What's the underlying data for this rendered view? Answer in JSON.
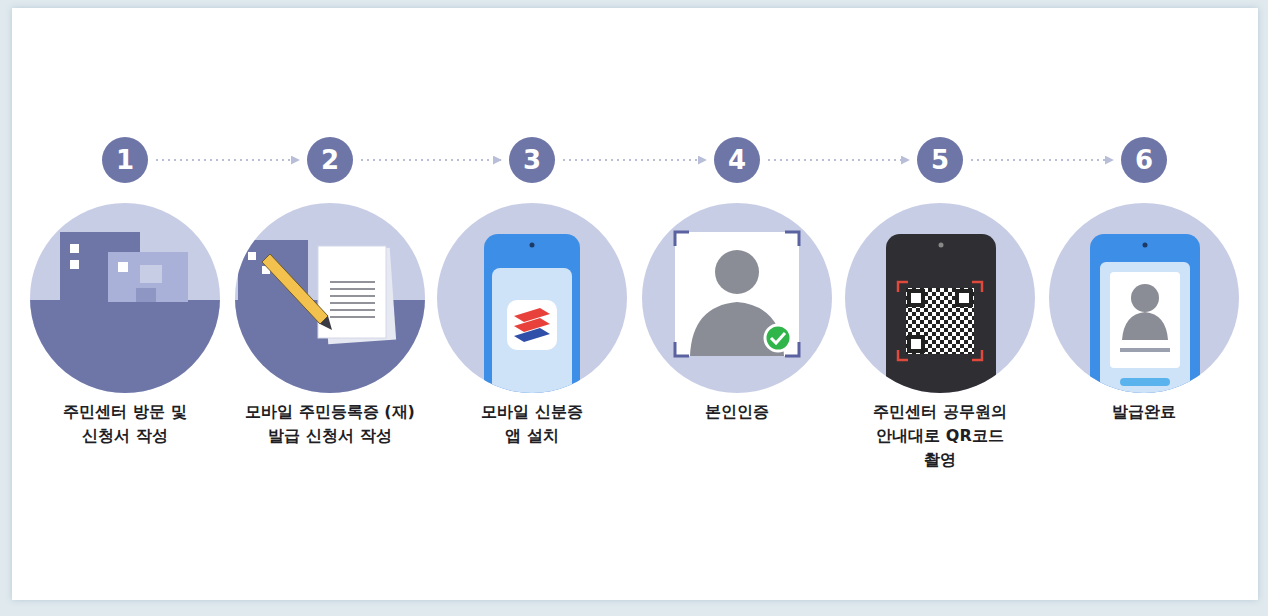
{
  "diagram": {
    "nodes": [
      {
        "text": [
          "1"
        ]
      },
      {
        "text": [
          "2"
        ]
      },
      {
        "text": [
          "3"
        ]
      },
      {
        "text": [
          "4"
        ]
      },
      {
        "text": [
          "5"
        ]
      },
      {
        "text": [
          "6"
        ]
      }
    ],
    "edges": [
      {
        "from": 0,
        "to": 1,
        "arrow": "to"
      },
      {
        "from": 1,
        "to": 2,
        "arrow": "to"
      },
      {
        "from": 2,
        "to": 3,
        "arrow": "to"
      },
      {
        "from": 3,
        "to": 4,
        "arrow": "to"
      },
      {
        "from": 4,
        "to": 5,
        "arrow": "to"
      }
    ],
    "labels": [
      "주민센터 방문 및 신청서 작성",
      "모바일 주민등록증 (재)발급 신청서 작성",
      "모바일 신분증 앱 설치",
      "본인인증",
      "주민센터 공무원의 안내대로 QR코드 촬영",
      "발급완료"
    ]
  }
}
